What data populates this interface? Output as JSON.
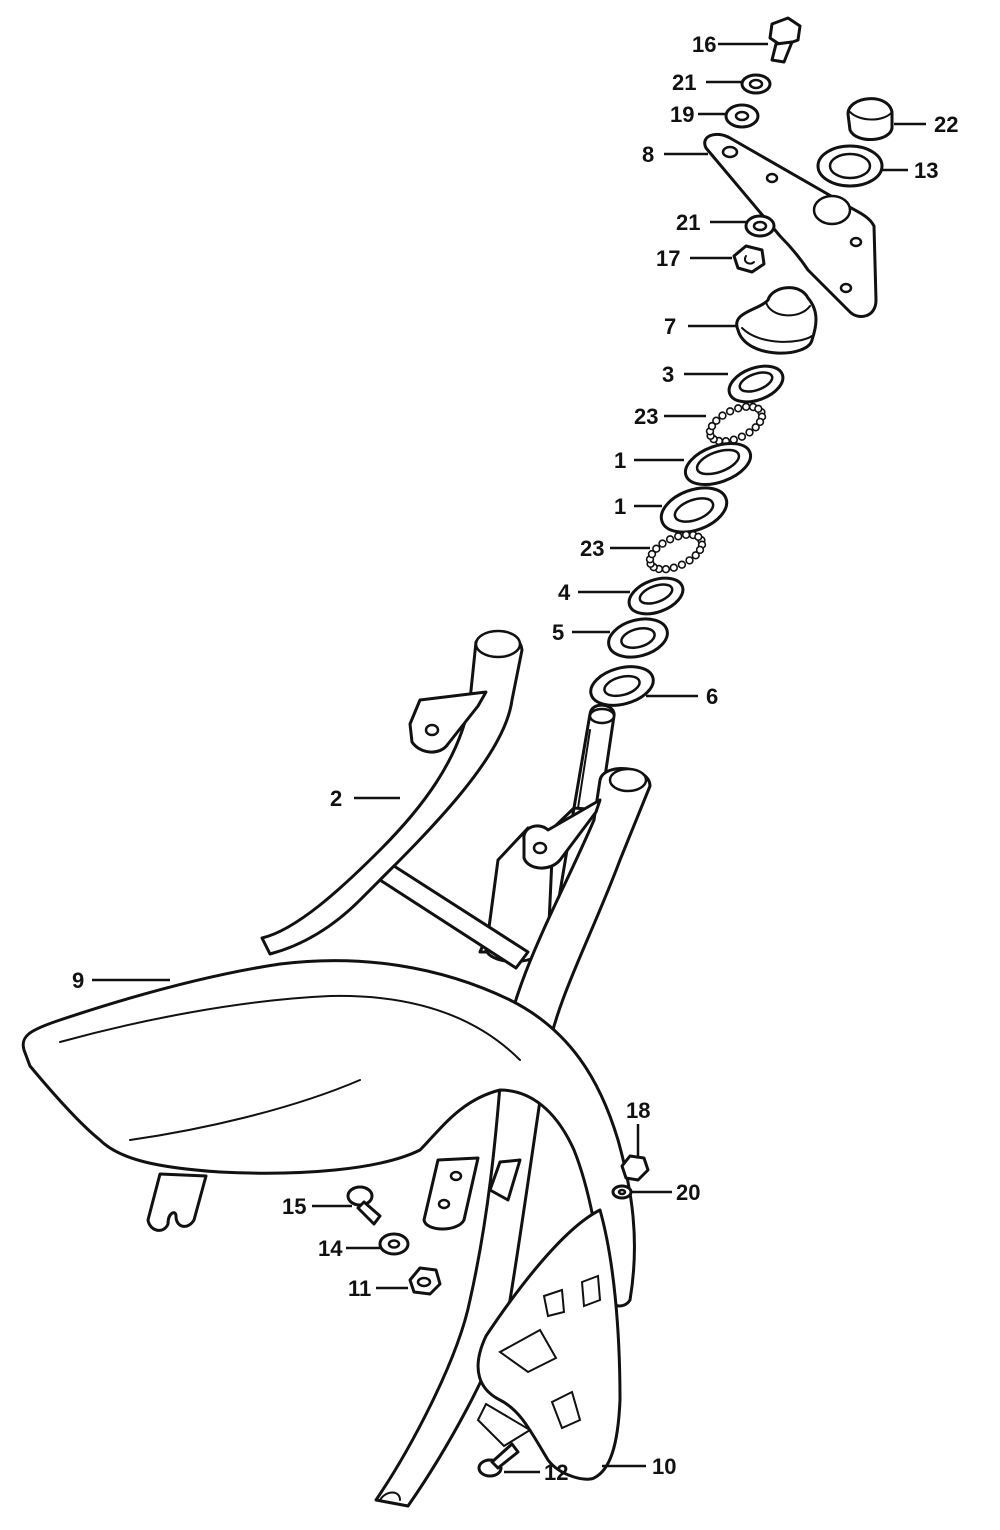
{
  "callouts": {
    "c1a": "1",
    "c1b": "1",
    "c2": "2",
    "c3": "3",
    "c4": "4",
    "c5": "5",
    "c6": "6",
    "c7": "7",
    "c8": "8",
    "c9": "9",
    "c10": "10",
    "c11": "11",
    "c12": "12",
    "c13": "13",
    "c14": "14",
    "c15": "15",
    "c16": "16",
    "c17": "17",
    "c18": "18",
    "c19": "19",
    "c20": "20",
    "c21a": "21",
    "c21b": "21",
    "c22": "22",
    "c23a": "23",
    "c23b": "23"
  }
}
